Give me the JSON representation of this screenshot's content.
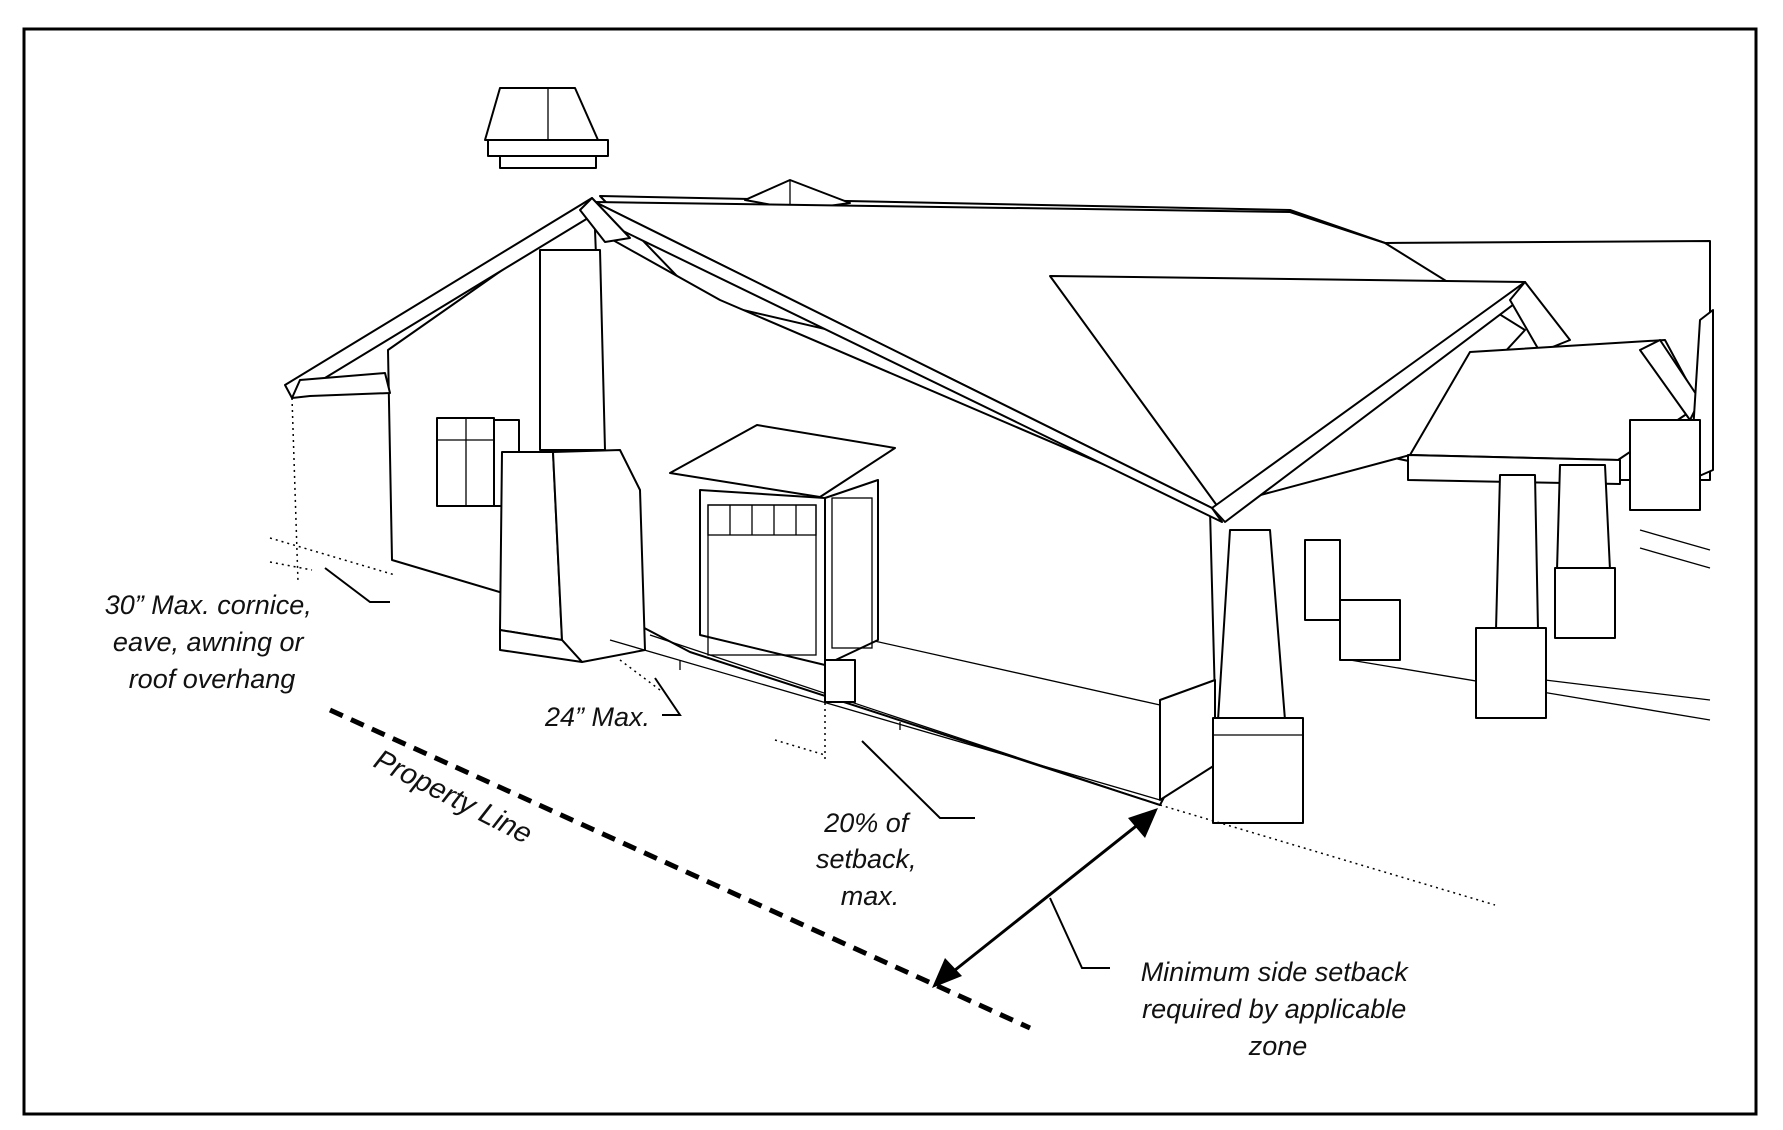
{
  "labels": {
    "overhang": [
      "30” Max. cornice,",
      "eave, awning or",
      "roof overhang"
    ],
    "chimney": [
      "24” Max."
    ],
    "bay": [
      "20% of",
      "setback,",
      "max."
    ],
    "setback": [
      "Minimum side setback",
      "required by applicable",
      "zone"
    ],
    "property_line": "Property Line"
  },
  "colors": {
    "ink": "#000000",
    "paper": "#ffffff"
  }
}
